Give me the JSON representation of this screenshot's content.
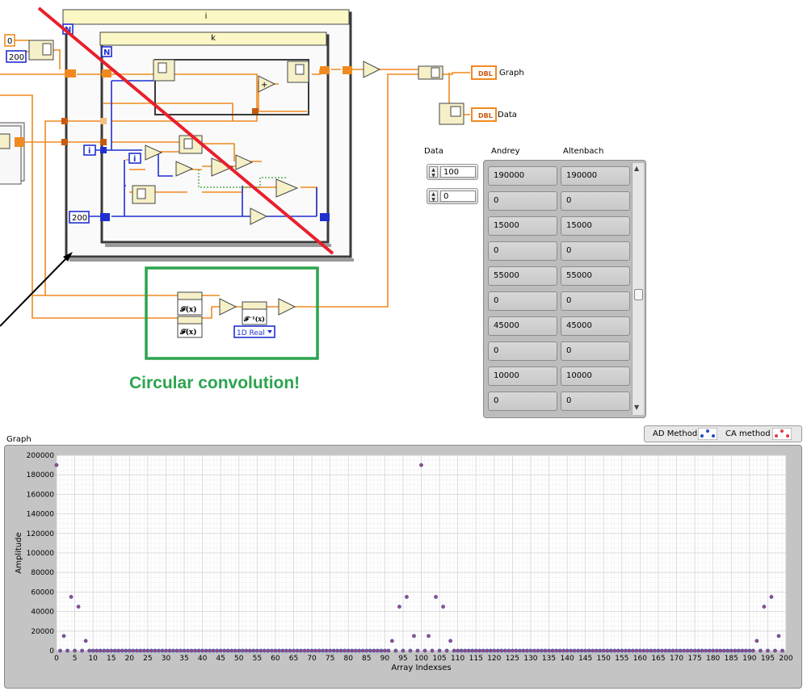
{
  "diagram": {
    "outer_loop_label": "i",
    "inner_loop_label": "k",
    "loop_count_symbol": "N",
    "iteration_symbol": "i",
    "constant_zero": "0",
    "constant_200_top": "200",
    "constant_200_inner": "200",
    "mode_dropdown": "1D Real",
    "fft_glyph": "𝓕(x)",
    "ifft_glyph": "𝓕⁻¹(x)",
    "indicator_type": "DBL",
    "graph_terminal_label": "Graph",
    "data_terminal_label": "Data",
    "caption": "Circular convolution!"
  },
  "array_indicator": {
    "data_label": "Data",
    "index_row": "100",
    "index_col": "0",
    "col1_header": "Andrey",
    "col2_header": "Altenbach",
    "col1_values": [
      "190000",
      "0",
      "15000",
      "0",
      "55000",
      "0",
      "45000",
      "0",
      "10000",
      "0"
    ],
    "col2_values": [
      "190000",
      "0",
      "15000",
      "0",
      "55000",
      "0",
      "45000",
      "0",
      "10000",
      "0"
    ]
  },
  "legend": {
    "series1": "AD Method",
    "series2": "CA method"
  },
  "colors": {
    "orange_wire": "#f08a20",
    "blue_wire": "#2030d0",
    "green_box": "#2ca44e",
    "red_slash": "#e8202c",
    "series_ad": "#1f4fc0",
    "series_ca": "#e03a4a"
  },
  "chart_data": {
    "type": "scatter",
    "title": "Graph",
    "xlabel": "Array Indexses",
    "ylabel": "Amplitude",
    "xlim": [
      0,
      200
    ],
    "ylim": [
      0,
      200000
    ],
    "xticks": [
      0,
      5,
      10,
      15,
      20,
      25,
      30,
      35,
      40,
      45,
      50,
      55,
      60,
      65,
      70,
      75,
      80,
      85,
      90,
      95,
      100,
      105,
      110,
      115,
      120,
      125,
      130,
      135,
      140,
      145,
      150,
      155,
      160,
      165,
      170,
      175,
      180,
      185,
      190,
      195,
      200
    ],
    "yticks": [
      0,
      20000,
      40000,
      60000,
      80000,
      100000,
      120000,
      140000,
      160000,
      180000,
      200000
    ],
    "grid": true,
    "series": [
      {
        "name": "AD Method",
        "nonzero_points": [
          [
            0,
            190000
          ],
          [
            2,
            15000
          ],
          [
            4,
            55000
          ],
          [
            6,
            45000
          ],
          [
            8,
            10000
          ],
          [
            92,
            10000
          ],
          [
            94,
            45000
          ],
          [
            96,
            55000
          ],
          [
            98,
            15000
          ],
          [
            100,
            190000
          ],
          [
            102,
            15000
          ],
          [
            104,
            55000
          ],
          [
            106,
            45000
          ],
          [
            108,
            10000
          ],
          [
            192,
            10000
          ],
          [
            194,
            45000
          ],
          [
            196,
            55000
          ],
          [
            198,
            15000
          ]
        ],
        "other_values": 0
      },
      {
        "name": "CA method",
        "nonzero_points": [
          [
            0,
            190000
          ],
          [
            2,
            15000
          ],
          [
            4,
            55000
          ],
          [
            6,
            45000
          ],
          [
            8,
            10000
          ],
          [
            92,
            10000
          ],
          [
            94,
            45000
          ],
          [
            96,
            55000
          ],
          [
            98,
            15000
          ],
          [
            100,
            190000
          ],
          [
            102,
            15000
          ],
          [
            104,
            55000
          ],
          [
            106,
            45000
          ],
          [
            108,
            10000
          ],
          [
            192,
            10000
          ],
          [
            194,
            45000
          ],
          [
            196,
            55000
          ],
          [
            198,
            15000
          ]
        ],
        "other_values": 0
      }
    ]
  }
}
